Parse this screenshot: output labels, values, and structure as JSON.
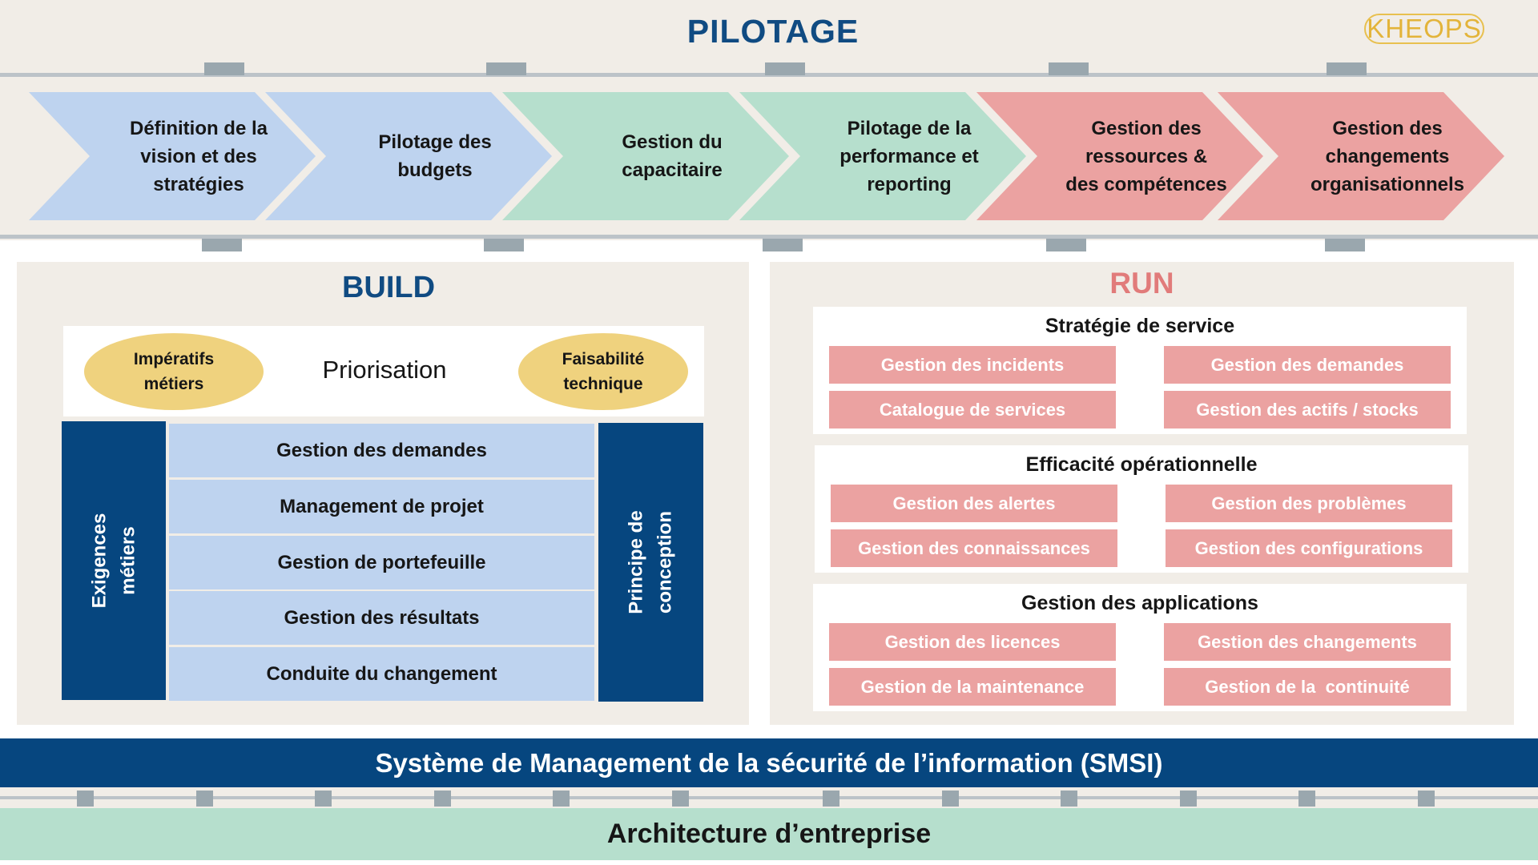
{
  "logo": "KHEOPS",
  "pilotage": {
    "title": "PILOTAGE",
    "steps": [
      {
        "label": "Définition de la\nvision et des\nstratégies",
        "color": "#bed3ef"
      },
      {
        "label": "Pilotage des\nbudgets",
        "color": "#bed3ef"
      },
      {
        "label": "Gestion du\ncapacitaire",
        "color": "#b6dfcd"
      },
      {
        "label": "Pilotage de la\nperformance et\nreporting",
        "color": "#b6dfcd"
      },
      {
        "label": "Gestion des\nressources &\ndes compétences",
        "color": "#eba2a1"
      },
      {
        "label": "Gestion des\nchangements\norganisationnels",
        "color": "#eba2a1"
      }
    ]
  },
  "build": {
    "title": "BUILD",
    "priorisation": "Priorisation",
    "left_ellipse": "Impératifs\nmétiers",
    "right_ellipse": "Faisabilité\ntechnique",
    "left_bar": "Exigences\nmétiers",
    "right_bar": "Principe de\nconception",
    "rows": [
      "Gestion des demandes",
      "Management de projet",
      "Gestion de portefeuille",
      "Gestion des résultats",
      "Conduite du changement"
    ]
  },
  "run": {
    "title": "RUN",
    "sections": [
      {
        "title": "Stratégie de service",
        "items": [
          "Gestion des incidents",
          "Gestion des demandes",
          "Catalogue de services",
          "Gestion des actifs / stocks"
        ]
      },
      {
        "title": "Efficacité opérationnelle",
        "items": [
          "Gestion des alertes",
          "Gestion des problèmes",
          "Gestion des connaissances",
          "Gestion des configurations"
        ]
      },
      {
        "title": "Gestion des applications",
        "items": [
          "Gestion des licences",
          "Gestion des changements",
          "Gestion de la maintenance",
          "Gestion de la  continuité"
        ]
      }
    ]
  },
  "smsi": "Système de Management de la sécurité de l’information (SMSI)",
  "architecture": "Architecture d’entreprise"
}
